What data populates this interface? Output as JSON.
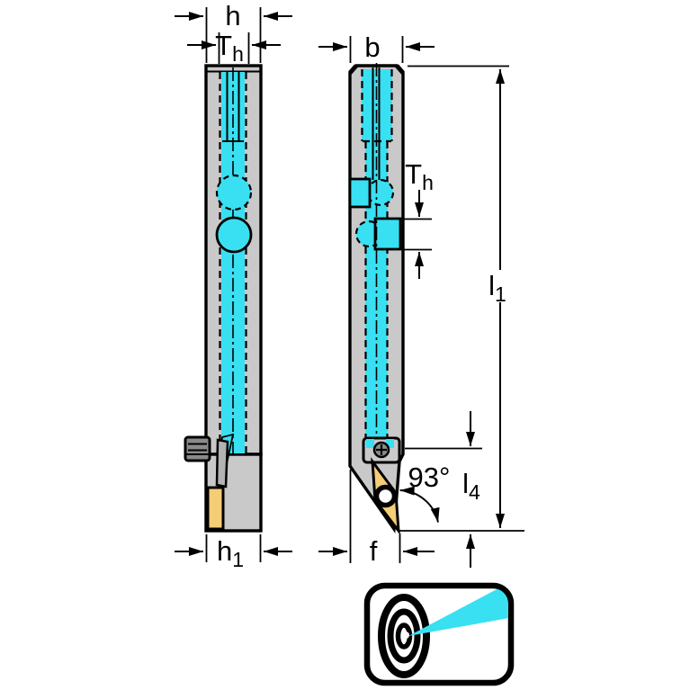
{
  "drawing": {
    "type": "tool-holder-dimension-drawing",
    "views": {
      "side_view": {
        "dimensions": {
          "h": {
            "main": "h",
            "sub": ""
          },
          "t_h": {
            "main": "T",
            "sub": "h"
          },
          "h1": {
            "main": "h",
            "sub": "1"
          }
        }
      },
      "front_view": {
        "dimensions": {
          "b": {
            "main": "b",
            "sub": ""
          },
          "t_h": {
            "main": "T",
            "sub": "h"
          },
          "l1": {
            "main": "l",
            "sub": "1"
          },
          "l4": {
            "main": "l",
            "sub": "4"
          },
          "f": {
            "main": "f",
            "sub": ""
          },
          "angle": {
            "main": "93°",
            "sub": ""
          }
        }
      }
    },
    "icon": {
      "name": "machining-direction-target"
    },
    "colors": {
      "outline": "#000000",
      "steel": "#c9c9c9",
      "steel_dark": "#8b8b8b",
      "clamp_gray": "#b3b3b3",
      "coolant": "#38e0f2",
      "insert": "#f5cd77",
      "background": "#ffffff"
    }
  }
}
